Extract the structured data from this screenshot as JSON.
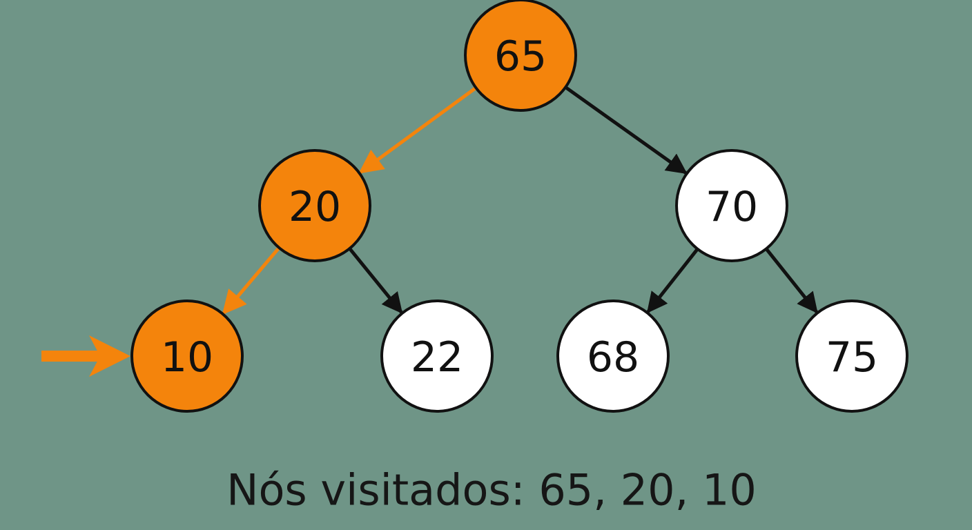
{
  "diagram": {
    "nodes": [
      {
        "id": "n65",
        "label": "65",
        "visited": true
      },
      {
        "id": "n20",
        "label": "20",
        "visited": true
      },
      {
        "id": "n70",
        "label": "70",
        "visited": false
      },
      {
        "id": "n10",
        "label": "10",
        "visited": true
      },
      {
        "id": "n22",
        "label": "22",
        "visited": false
      },
      {
        "id": "n68",
        "label": "68",
        "visited": false
      },
      {
        "id": "n75",
        "label": "75",
        "visited": false
      }
    ],
    "edges": [
      {
        "from": "n65",
        "to": "n20",
        "highlighted": true
      },
      {
        "from": "n65",
        "to": "n70",
        "highlighted": false
      },
      {
        "from": "n20",
        "to": "n10",
        "highlighted": true
      },
      {
        "from": "n20",
        "to": "n22",
        "highlighted": false
      },
      {
        "from": "n70",
        "to": "n68",
        "highlighted": false
      },
      {
        "from": "n70",
        "to": "n75",
        "highlighted": false
      }
    ],
    "current_node": "n10",
    "colors": {
      "background": "#6f9587",
      "visited_fill": "#f4840c",
      "unvisited_fill": "#ffffff",
      "highlight_edge": "#f4840c",
      "edge": "#111111",
      "outline": "#111111"
    }
  },
  "caption": {
    "text": "Nós visitados: 65, 20, 10"
  }
}
